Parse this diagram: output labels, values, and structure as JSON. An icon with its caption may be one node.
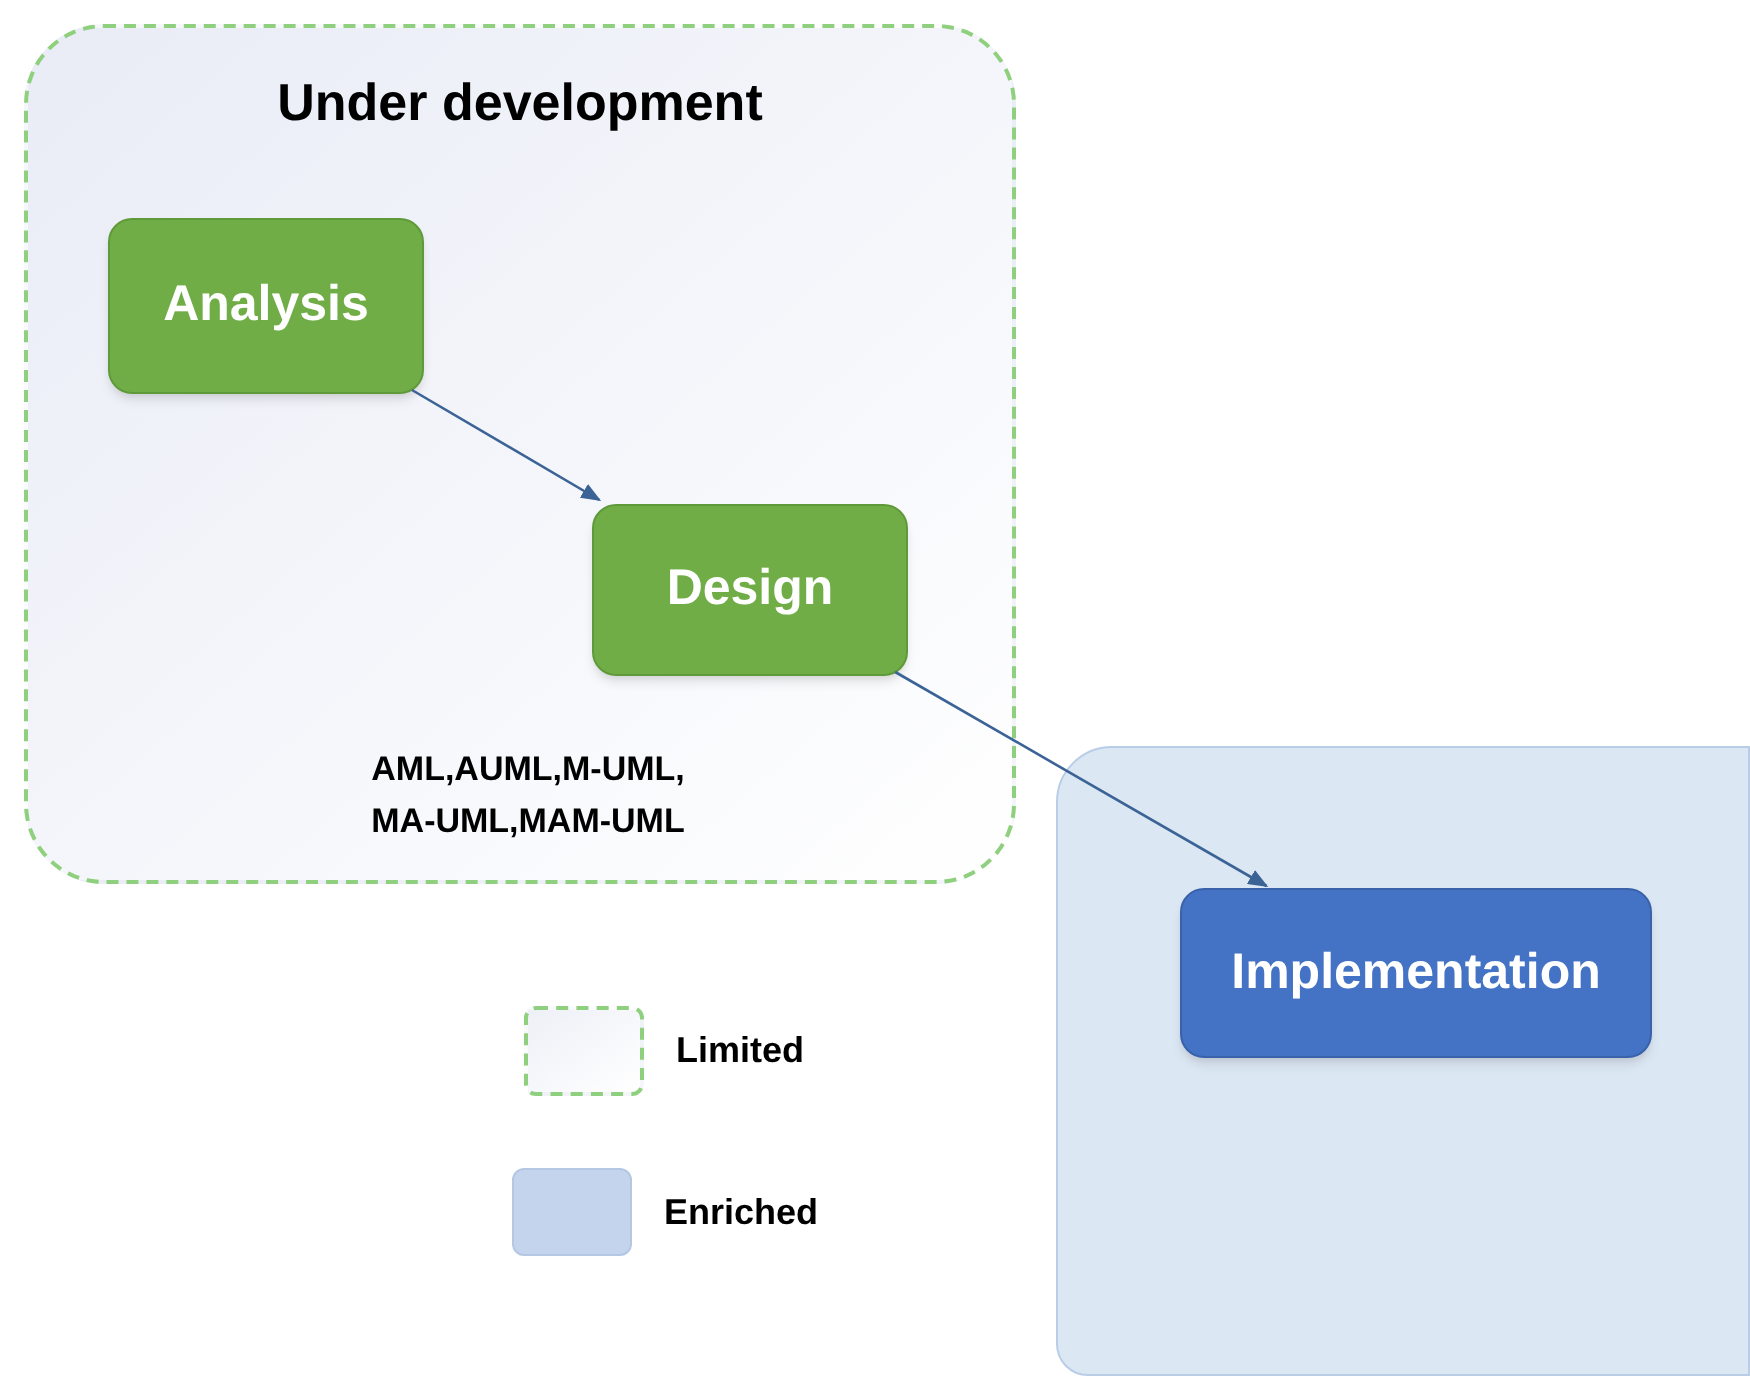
{
  "diagram": {
    "nodes": [
      {
        "text": [
          "Under development",
          "AML,AUML,M-UML, MA-UML,MAM-UML"
        ]
      },
      {
        "text": [
          "Analysis"
        ],
        "in": 0
      },
      {
        "text": [
          "Design"
        ],
        "in": 0
      },
      {
        "text": [],
        "shape": "box"
      },
      {
        "text": [
          "Implementation"
        ],
        "in": 3
      }
    ],
    "edges": [
      {
        "from": 1,
        "to": 2,
        "arrow": "to"
      },
      {
        "from": 2,
        "to": 4,
        "arrow": "to"
      }
    ],
    "legend": [
      {
        "text": "Limited"
      },
      {
        "text": "Enriched",
        "color": "#c3d4ec"
      }
    ]
  }
}
